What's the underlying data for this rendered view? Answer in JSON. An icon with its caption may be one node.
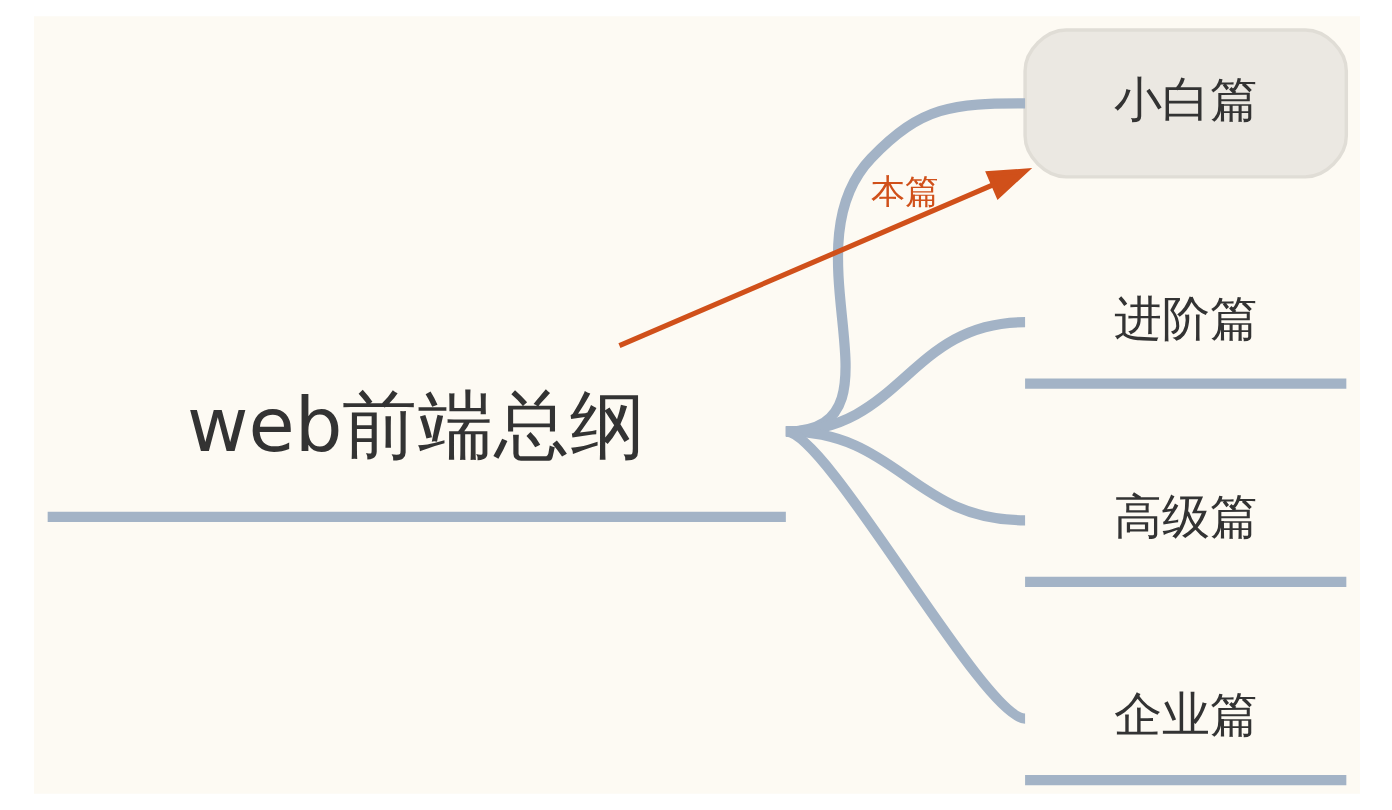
{
  "diagram": {
    "nodes": [
      {
        "text": [
          "web前端总纲"
        ]
      },
      {
        "text": [
          "小白篇"
        ]
      },
      {
        "text": [
          "进阶篇"
        ]
      },
      {
        "text": [
          "高级篇"
        ]
      },
      {
        "text": [
          "企业篇"
        ]
      }
    ],
    "edges": [
      {
        "from": 0,
        "to": 1,
        "arrow": "none"
      },
      {
        "from": 0,
        "to": 2,
        "arrow": "none"
      },
      {
        "from": 0,
        "to": 3,
        "arrow": "none"
      },
      {
        "from": 0,
        "to": 4,
        "arrow": "none"
      },
      {
        "from": 0,
        "to": 1,
        "arrow": "to",
        "label": "本篇",
        "color": "#d0501a"
      }
    ]
  }
}
